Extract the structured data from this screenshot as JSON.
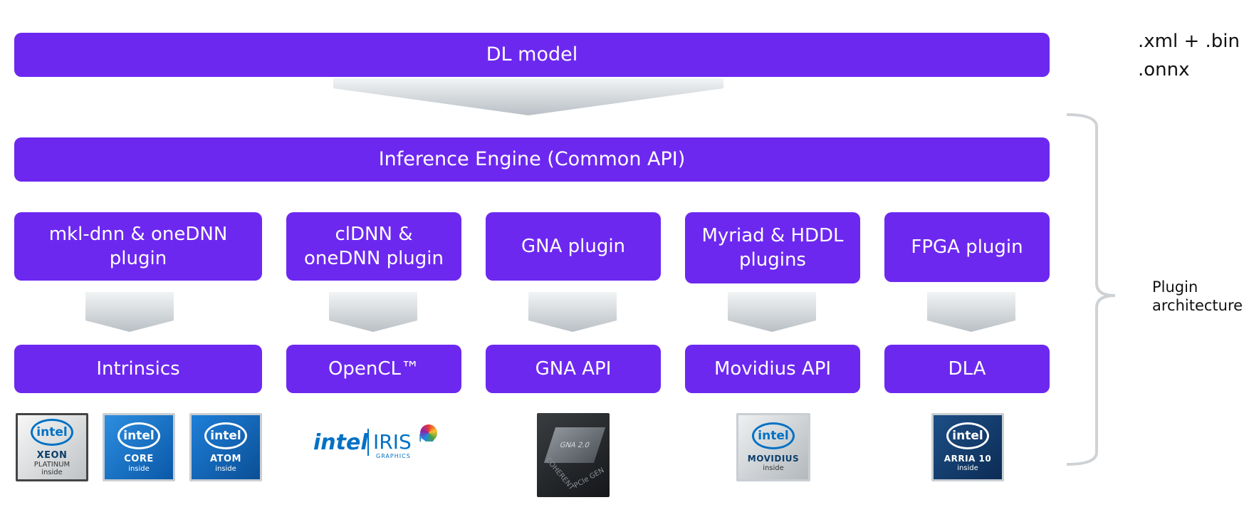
{
  "top": {
    "dl_model": "DL model"
  },
  "engine": {
    "label": "Inference Engine (Common API)"
  },
  "formats": {
    "line1": ".xml + .bin",
    "line2": ".onnx"
  },
  "side_label": {
    "line1": "Plugin",
    "line2": "architecture"
  },
  "plugins": [
    {
      "line1": "mkl-dnn & oneDNN",
      "line2": "plugin"
    },
    {
      "line1": "clDNN &",
      "line2": "oneDNN plugin"
    },
    {
      "line1": "GNA plugin",
      "line2": ""
    },
    {
      "line1": "Myriad & HDDL",
      "line2": "plugins"
    },
    {
      "line1": "FPGA plugin",
      "line2": ""
    }
  ],
  "apis": [
    "Intrinsics",
    "OpenCL™",
    "GNA API",
    "Movidius API",
    "DLA"
  ],
  "logos": {
    "xeon": {
      "brand": "intel",
      "name": "XEON",
      "sub": "PLATINUM",
      "inside": "inside"
    },
    "core": {
      "brand": "intel",
      "name": "CORE",
      "inside": "inside"
    },
    "atom": {
      "brand": "intel",
      "name": "ATOM",
      "inside": "inside"
    },
    "iris": {
      "brand": "intel",
      "name": "IRIS",
      "pro": "Pro",
      "sub": "GRAPHICS"
    },
    "gna": {
      "chip": "GNA 2.0",
      "text1": "PCIe GEN",
      "text2": "COHERENT"
    },
    "movidius": {
      "brand": "intel",
      "name": "MOVIDIUS",
      "inside": "inside"
    },
    "arria": {
      "brand": "intel",
      "name": "ARRIA 10",
      "inside": "inside"
    }
  },
  "colors": {
    "bar": "#6d28f0",
    "arrow": "#cfd4d8",
    "bracket": "#cfd2d5"
  }
}
